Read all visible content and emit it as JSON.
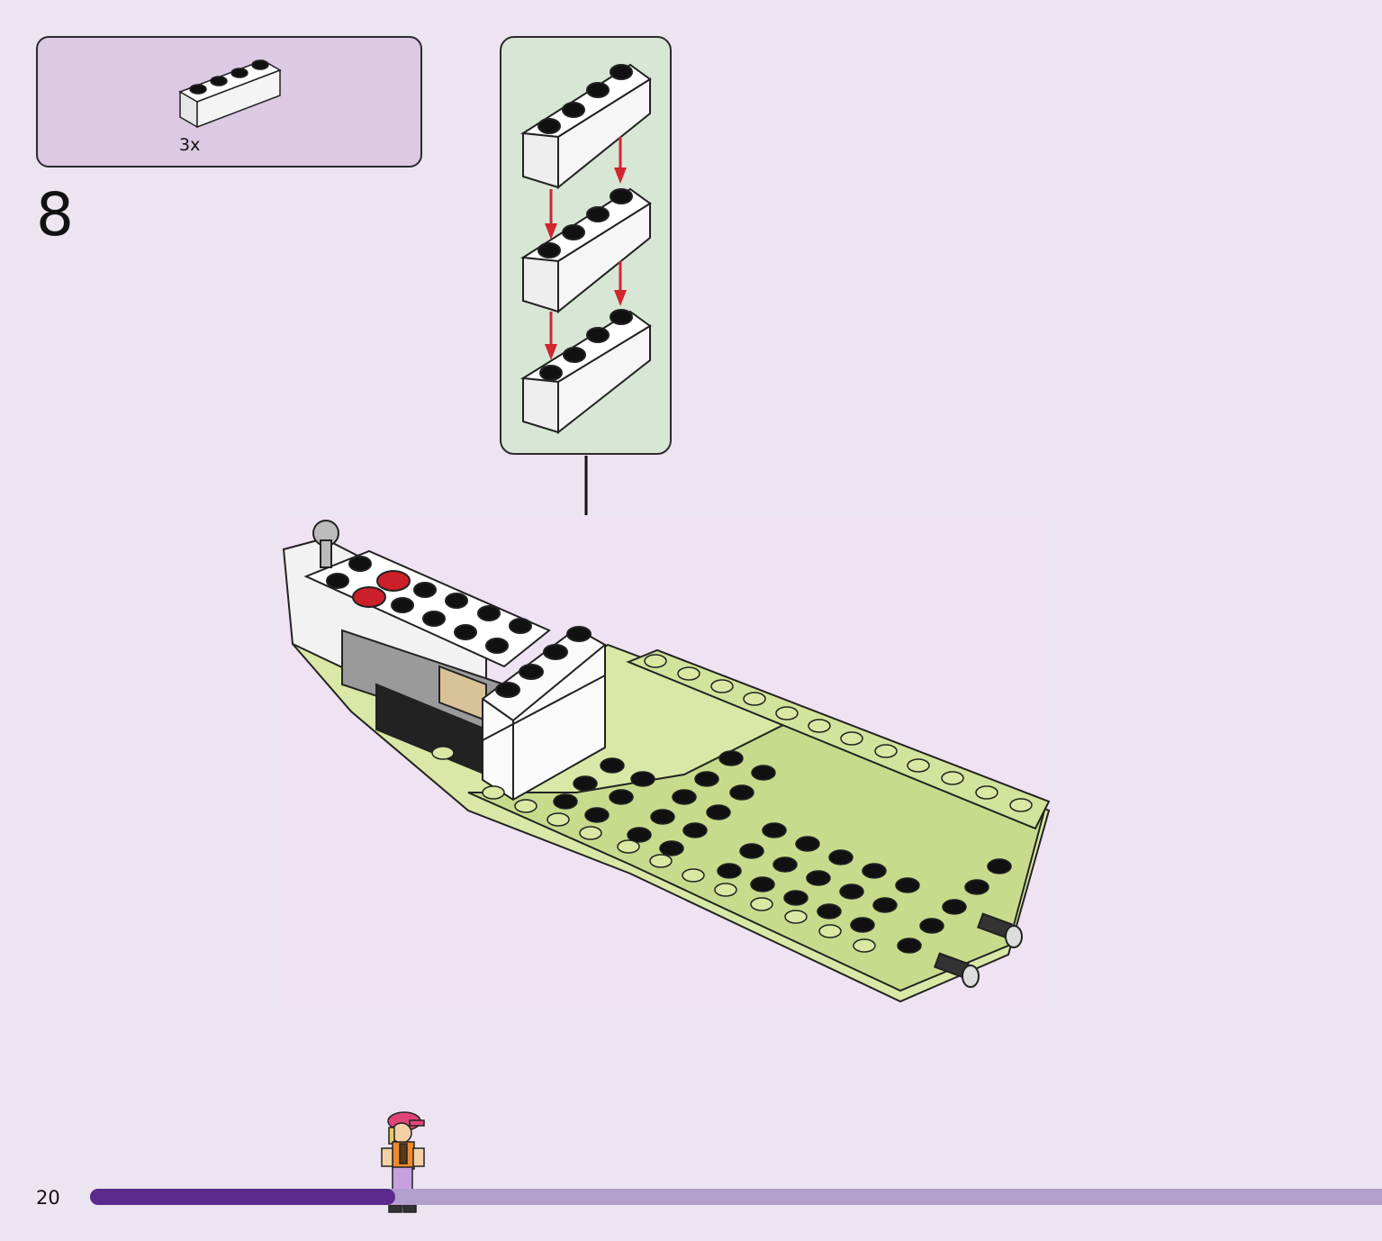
{
  "parts_callout": {
    "count_label": "3x",
    "part": "white-brick-1x4-icon"
  },
  "step": {
    "number": "8"
  },
  "page": {
    "number": "20"
  },
  "progress": {
    "fraction": 0.236,
    "fill_color": "#5a2a8c",
    "track_color": "#b39fcc"
  },
  "colors": {
    "background": "#ece4f1",
    "parts_box": "#dcc9e3",
    "sub_box": "#d8e6d6",
    "hull": "#d9e8a6",
    "arrow": "#d22630"
  },
  "icons": [
    "white-brick-1x4-icon",
    "sub-assembly-stack-icon",
    "boat-model-icon",
    "minifigure-icon",
    "down-arrow-icon"
  ]
}
